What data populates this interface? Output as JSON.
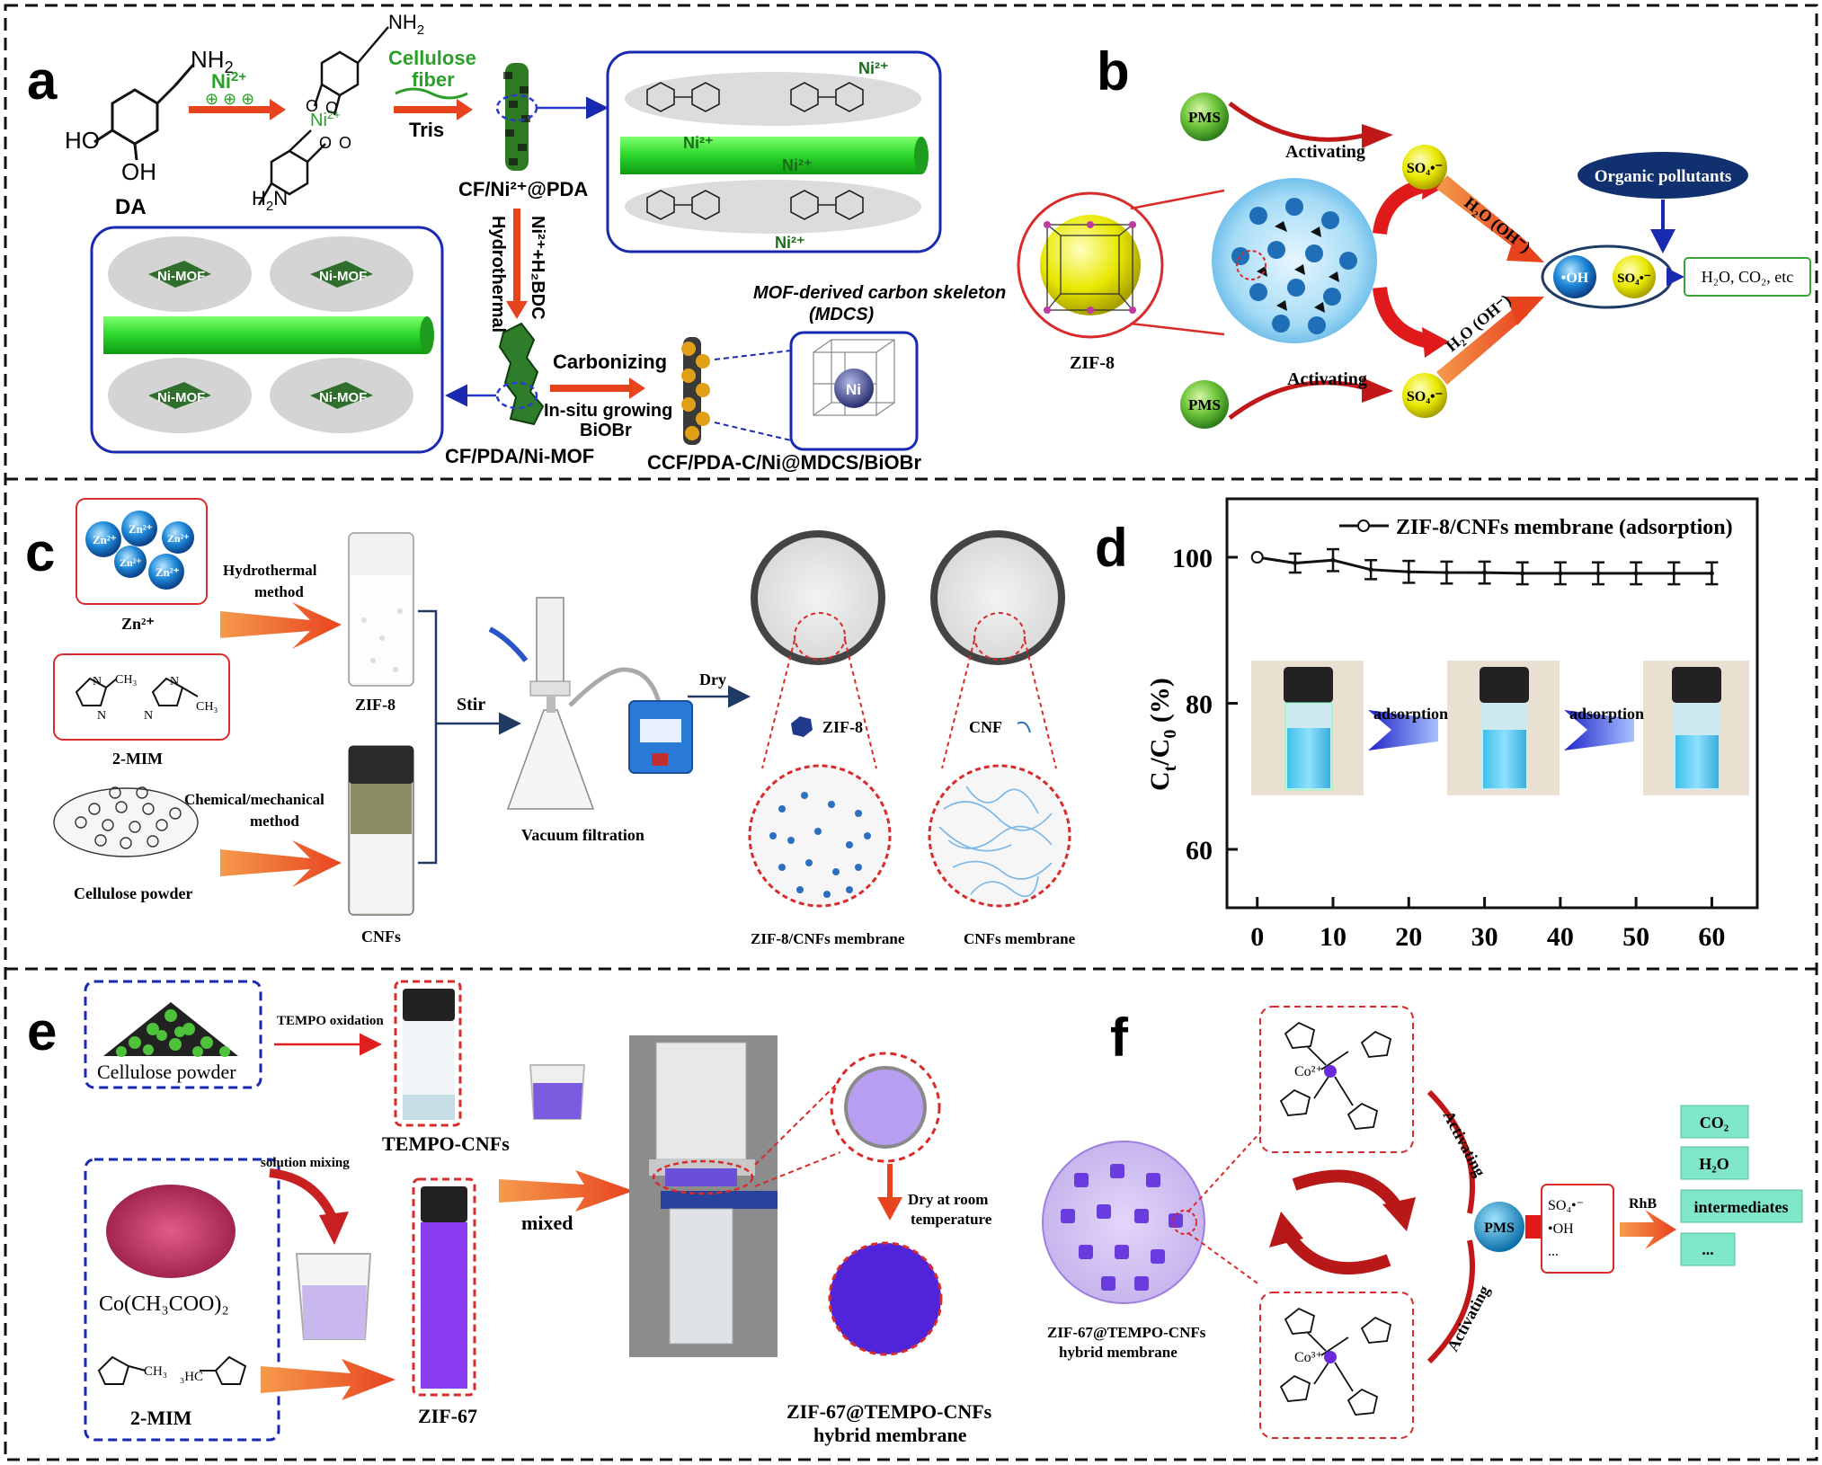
{
  "panels": {
    "a": {
      "letter": "a",
      "da_formula_nh2": "NH",
      "da_formula_nh2_sub": "2",
      "da_ho": "HO",
      "da_oh": "OH",
      "da_label": "DA",
      "ni_label": "Ni",
      "ni_sup": "2+",
      "cellulose_fiber": [
        "Cellulose",
        "fiber"
      ],
      "tris": "Tris",
      "complex_nh2": "NH",
      "complex_h2n": "H",
      "complex_ni": "Ni",
      "cf_ni_pda": "CF/Ni²⁺@PDA",
      "hydrothermal": "Hydrothermal",
      "reagent": "Ni²⁺+H₂BDC",
      "mdcs_title": [
        "MOF-derived carbon skeleton",
        "(MDCS)"
      ],
      "carbonizing": "Carbonizing",
      "in_situ": [
        "In-situ growing",
        "BiOBr"
      ],
      "cf_pda_nimof": "CF/PDA/Ni-MOF",
      "ccf_label": "CCF/PDA-C/Ni@MDCS/BiOBr",
      "ni_mof": "Ni-MOF",
      "ni_atom": "Ni",
      "inset_ni": "Ni²⁺"
    },
    "b": {
      "letter": "b",
      "pms": "PMS",
      "activating": "Activating",
      "so4": "SO₄•⁻",
      "h2o_oh": "H₂O (OH⁻)",
      "oh_radical": "•OH",
      "organic_pollutants": "Organic pollutants",
      "products": "H₂O, CO₂, etc",
      "zif8": "ZIF-8"
    },
    "c": {
      "letter": "c",
      "zn_ion": "Zn²⁺",
      "zn_label": "Zn²⁺",
      "mim_label": "2-MIM",
      "ch3": "CH₃",
      "nh": "N",
      "hydrothermal_method": [
        "Hydrothermal",
        "method"
      ],
      "zif8": "ZIF-8",
      "stir": "Stir",
      "chem_mech": [
        "Chemical/mechanical",
        "method"
      ],
      "cellulose_powder": "Cellulose powder",
      "cnfs": "CNFs",
      "vacuum_filtration": "Vacuum filtration",
      "dry": "Dry",
      "zif8_legend": "ZIF-8",
      "cnf_legend": "CNF",
      "zif8_cnfs_membrane": "ZIF-8/CNFs membrane",
      "cnfs_membrane": "CNFs membrane"
    },
    "d": {
      "letter": "d",
      "adsorption_label": "adsorption"
    },
    "e": {
      "letter": "e",
      "cellulose_powder": "Cellulose powder",
      "tempo_oxidation": "TEMPO oxidation",
      "tempo_cnfs": "TEMPO-CNFs",
      "solution_mixing": "solution mixing",
      "co_acetate": "Co(CH₃COO)₂",
      "mim": "2-MIM",
      "mim_ch3_a": "CH₃",
      "mim_ch3_b": "₃HC",
      "zif67": "ZIF-67",
      "mixed": "mixed",
      "dry_room": [
        "Dry at room",
        "temperature"
      ],
      "hybrid": [
        "ZIF-67@TEMPO-CNFs",
        "hybrid membrane"
      ]
    },
    "f": {
      "letter": "f",
      "co2_ion": "Co²⁺",
      "co3_ion": "Co³⁺",
      "activating": "Activating",
      "pms": "PMS",
      "radicals": [
        "SO₄•⁻",
        "•OH",
        "..."
      ],
      "rhb": "RhB",
      "products": [
        "CO₂",
        "H₂O",
        "intermediates",
        "..."
      ],
      "hybrid": [
        "ZIF-67@TEMPO-CNFs",
        "hybrid membrane"
      ]
    }
  },
  "chart_data": {
    "type": "line",
    "title": "",
    "xlabel": "",
    "ylabel": "C_t/C_0 (%)",
    "ylabel_main": "C",
    "ylabel_sub1": "t",
    "ylabel_mid": "/C",
    "ylabel_sub2": "0",
    "ylabel_tail": " (%)",
    "xlim": [
      -4,
      66
    ],
    "ylim": [
      52,
      108
    ],
    "xticks": [
      0,
      10,
      20,
      30,
      40,
      50,
      60
    ],
    "yticks": [
      60,
      80,
      100
    ],
    "legend_position": "top-right",
    "series": [
      {
        "name": "ZIF-8/CNFs membrane (adsorption)",
        "x": [
          0,
          5,
          10,
          15,
          20,
          25,
          30,
          35,
          40,
          45,
          50,
          55,
          60
        ],
        "y": [
          100,
          99.2,
          99.6,
          98.3,
          98.0,
          97.9,
          97.9,
          97.8,
          97.8,
          97.8,
          97.8,
          97.8,
          97.8
        ],
        "err": [
          0,
          1.3,
          1.5,
          1.3,
          1.5,
          1.5,
          1.5,
          1.5,
          1.5,
          1.5,
          1.5,
          1.5,
          1.5
        ]
      }
    ]
  }
}
